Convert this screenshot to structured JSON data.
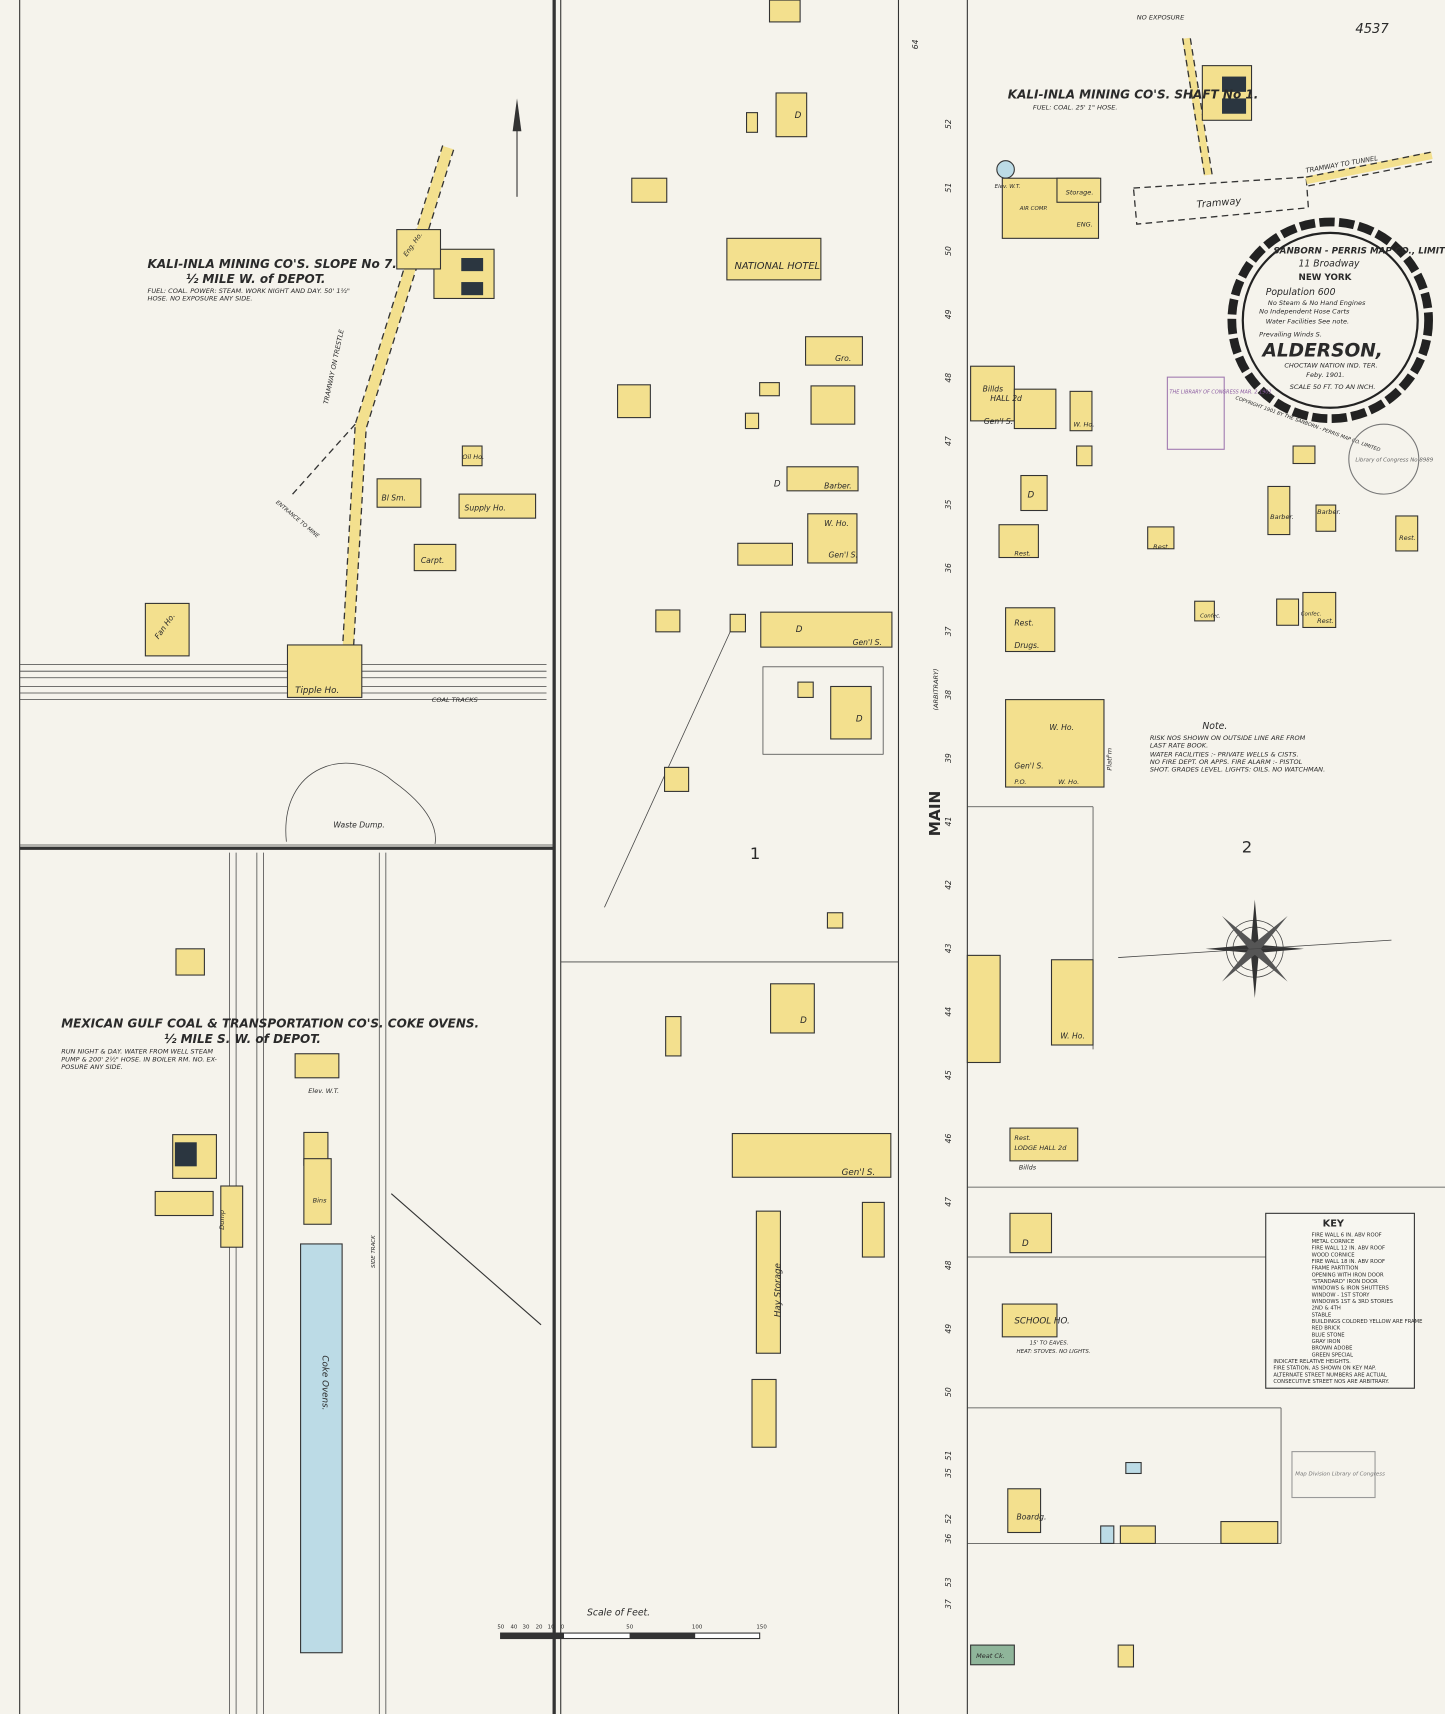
{
  "sheet_number": "4537",
  "no_exposure": "NO EXPOSURE",
  "title_block": {
    "company": "SANBORN - PERRIS MAP CO., LIMITED",
    "address": "11 Broadway",
    "city": "NEW YORK",
    "population": "Population 600",
    "engines": "No Steam & No Hand Engines",
    "hose_carts": "No Independent Hose Carts",
    "water": "Water Facilities See note.",
    "winds": "Prevailing Winds S.",
    "town": "ALDERSON,",
    "location": "CHOCTAW NATION IND. TER.",
    "date": "Feby. 1901.",
    "scale": "SCALE 50 FT. TO AN INCH.",
    "copyright": "COPYRIGHT 1901 BY THE SANBORN - PERRIS MAP CO. LIMITED"
  },
  "slope7": {
    "title": "KALI-INLA MINING CO'S. SLOPE No 7.",
    "subtitle": "½ MILE W. of DEPOT.",
    "note1": "FUEL: COAL. POWER: STEAM. WORK NIGHT AND DAY. 50' 1½\"",
    "note2": "HOSE. NO EXPOSURE ANY SIDE."
  },
  "shaft1": {
    "title": "KALI-INLA MINING CO'S. SHAFT No 1.",
    "note": "FUEL: COAL. 25' 1\" HOSE."
  },
  "coke": {
    "title": "MEXICAN GULF COAL & TRANSPORTATION CO'S. COKE OVENS.",
    "subtitle": "½ MILE S. W. of DEPOT.",
    "note1": "RUN NIGHT & DAY. WATER FROM WELL STEAM",
    "note2": "PUMP & 200' 2½\" HOSE. IN BOILER RM. NO. EX-",
    "note3": "POSURE ANY SIDE."
  },
  "note": {
    "title": "Note.",
    "l1": "RISK NOS SHOWN ON OUTSIDE LINE ARE FROM",
    "l2": "LAST RATE BOOK.",
    "l3": "WATER FACILITIES :- PRIVATE WELLS & CISTS.",
    "l4": "NO FIRE DEPT. OR APPS. FIRE ALARM :- PISTOL",
    "l5": "SHOT. GRADES LEVEL. LIGHTS: OILS. NO WATCHMAN."
  },
  "key": {
    "title": "KEY",
    "items": [
      "FIRE WALL 6 IN. ABV ROOF",
      "METAL CORNICE",
      "FIRE WALL 12 IN. ABV ROOF",
      "WOOD CORNICE",
      "FIRE WALL 18 IN. ABV ROOF",
      "FRAME PARTITION",
      "OPENING WITH IRON DOOR",
      "\"STANDARD\" IRON DOOR",
      "WINDOWS & IRON SHUTTERS",
      "WINDOW - 1ST STORY",
      "WINDOWS 1ST & 3RD STORIES",
      "2ND & 4TH",
      "STABLE",
      "BUILDINGS COLORED YELLOW ARE FRAME",
      "RED  BRICK",
      "BLUE  STONE",
      "GRAY  IRON",
      "BROWN  ADOBE",
      "GREEN  SPECIAL",
      "INDICATE RELATIVE HEIGHTS.",
      "FIRE STATION, AS SHOWN ON KEY MAP.",
      "ALTERNATE STREET NUMBERS ARE ACTUAL",
      "CONSECUTIVE STREET NOS ARE ARBITRARY."
    ]
  },
  "streets": {
    "main": "MAIN",
    "arbitrary": "(ARBITRARY)"
  },
  "blocks": {
    "b1": "1",
    "b2": "2"
  },
  "scale": {
    "title": "Scale of Feet.",
    "ticks": [
      "50",
      "40",
      "30",
      "20",
      "10",
      "0",
      "50",
      "100",
      "150"
    ]
  },
  "labels": {
    "tramway_tunnel": "TRAMWAY TO TUNNEL",
    "tramway": "Tramway",
    "tramway_on_trestle": "TRAMWAY ON TRESTLE",
    "entrance": "ENTRANCE TO MINE",
    "coal_tracks": "COAL TRACKS",
    "tipple": "Tipple Ho.",
    "waste_dump": "Waste   Dump.",
    "fan": "Fan Ho.",
    "bl_sm": "Bl Sm.",
    "supply": "Supply Ho.",
    "carpt": "Carpt.",
    "oil": "Oil Ho.",
    "eng_ho": "Eng. Ho.",
    "national_hotel": "NATIONAL HOTEL",
    "gro": "Gro.",
    "barber": "Barber.",
    "w_ho": "W. Ho.",
    "genl_s": "Gen'l S.",
    "hay": "Hay Storage",
    "billds": "Billds",
    "hall": "HALL 2d",
    "rest": "Rest.",
    "drugs": "Drugs.",
    "po": "P.O.",
    "platf": "Platf'm",
    "storage": "Storage.",
    "eng": "ENG.",
    "air_comp": "AIR COMP.",
    "elev_wt": "Elev. W.T.",
    "school": "SCHOOL HO.",
    "school_note": "15' TO EAVES.",
    "school_note2": "HEAT: STOVES. NO LIGHTS.",
    "lodge": "LODGE HALL 2d",
    "boardg": "Boardg.",
    "meat": "Meat Ck.",
    "d": "D",
    "bins": "Bins",
    "dump": "Dump",
    "coke_ovens": "Coke   Ovens.",
    "side_track": "SIDE TRACK",
    "confec": "Confec.",
    "street_nums": [
      "64",
      "52",
      "51",
      "50",
      "49",
      "48",
      "47",
      "35",
      "36",
      "37",
      "38",
      "39",
      "41",
      "42",
      "43",
      "44",
      "45",
      "46",
      "47",
      "48",
      "49",
      "50",
      "51",
      "52",
      "53",
      "35",
      "36",
      "37"
    ]
  },
  "stamps": {
    "loc": "THE LIBRARY OF CONGRESS  MAR. 2 1901",
    "loc_circle": "Library of Congress No 8989",
    "map_div": "Map Division  Library of Congress"
  },
  "colors": {
    "frame_yellow": "#f3e08e",
    "stone_blue": "#bcdbe6",
    "paper": "#f5f3ec",
    "special_green": "#8fb59a"
  }
}
